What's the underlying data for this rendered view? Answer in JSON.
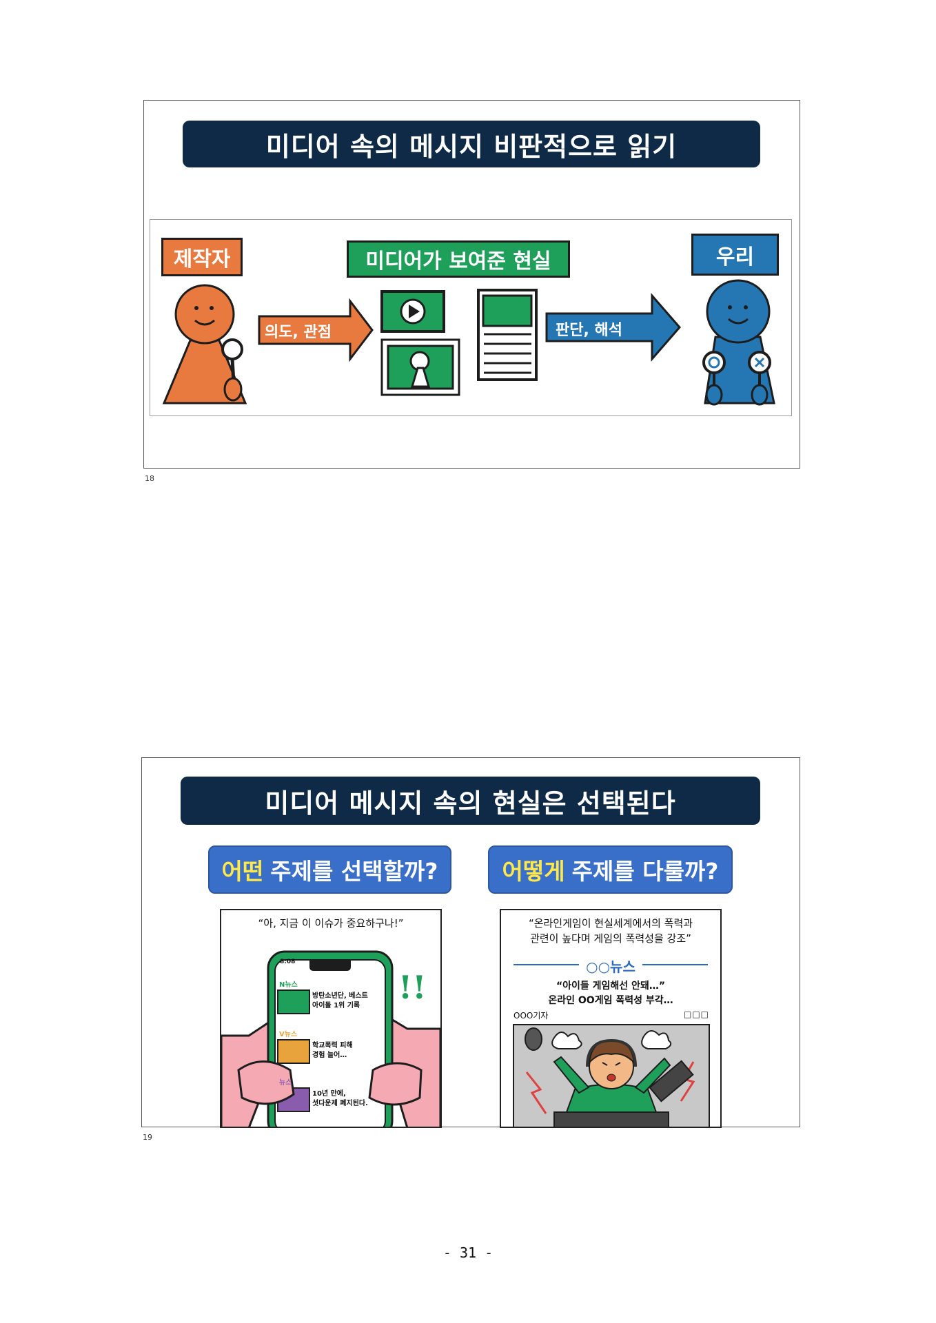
{
  "slide18": {
    "number": "18",
    "title": "미디어 속의 메시지 비판적으로 읽기",
    "producer_label": "제작자",
    "media_label": "미디어가 보여준 현실",
    "us_label": "우리",
    "arrow1_text": "의도, 관점",
    "arrow2_text": "판단, 해석",
    "colors": {
      "producer": "#e8793f",
      "media": "#1fa05a",
      "us": "#2477b3",
      "banner": "#0e2a47"
    }
  },
  "slide19": {
    "number": "19",
    "title": "미디어 메시지 속의 현실은 선택된다",
    "q1_highlight": "어떤",
    "q1_rest": "주제를 선택할까?",
    "q2_highlight": "어떻게",
    "q2_rest": "주제를 다룰까?",
    "panel1_caption": "“아, 지금 이 이슈가 중요하구나!”",
    "phone_time": "8:08",
    "news_items": [
      {
        "source": "N뉴스",
        "text_line1": "방탄소년단, 베스트",
        "text_line2": "아이돌 1위 기록",
        "color": "#1fa05a"
      },
      {
        "source": "V뉴스",
        "text_line1": "학교폭력 피해",
        "text_line2": "경험 늘어…",
        "color": "#e8a33c"
      },
      {
        "source": "뉴스",
        "text_line1": "10년 만에,",
        "text_line2": "셧다운제 폐지된다.",
        "color": "#8a5cae"
      }
    ],
    "exclamation": "!!",
    "panel2_caption_line1": "“온라인게임이 현실세계에서의 폭력과",
    "panel2_caption_line2": "관련이 높다며 게임의 폭력성을 강조”",
    "news_brand": "○○뉴스",
    "headline_line1": "“아이들 게임해선 안돼…”",
    "headline_line2": "온라인 OO게임 폭력성 부각…",
    "reporter": "OOO기자",
    "window_controls": "□□□"
  },
  "page_number": "- 31 -"
}
